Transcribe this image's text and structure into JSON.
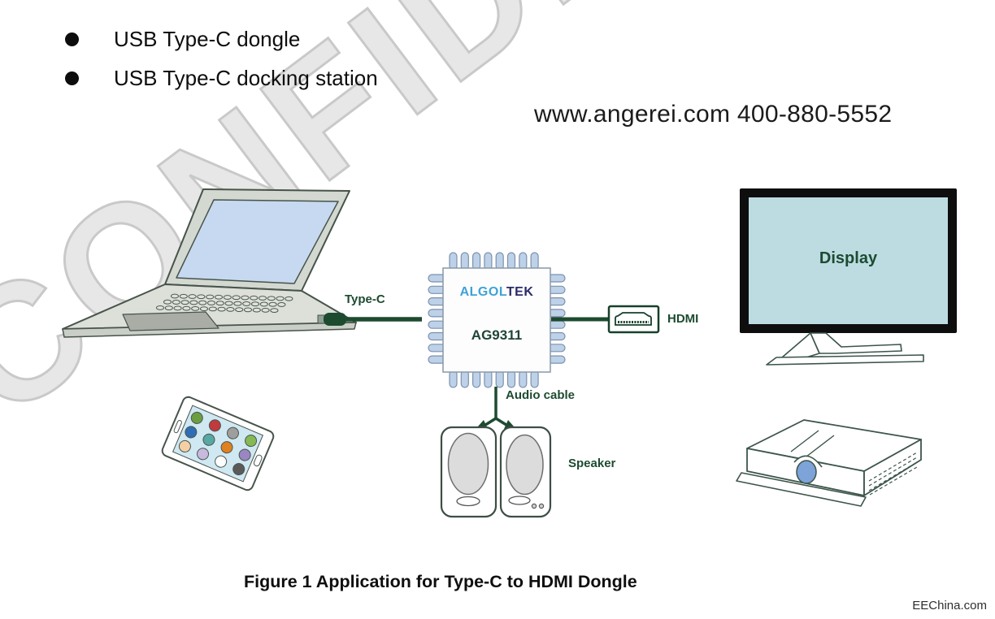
{
  "page": {
    "bullets": [
      "USB Type-C dongle",
      "USB Type-C docking station"
    ],
    "contact": "www.angerei.com 400-880-5552",
    "watermark": "CONFIDEN",
    "caption": "Figure 1 Application for Type-C to HDMI Dongle",
    "credit": "EEChina.com"
  },
  "diagram": {
    "chip": {
      "brand_primary": "ALGOL",
      "brand_secondary": "TEK",
      "part_number": "AG9311"
    },
    "labels": {
      "type_c": "Type-C",
      "hdmi": "HDMI",
      "audio_cable": "Audio cable",
      "speaker": "Speaker",
      "display": "Display"
    },
    "colors": {
      "accent_green": "#1d4b30",
      "brand_blue": "#3ea2d8",
      "brand_navy": "#2b2a6b",
      "chip_pin_fill": "#bdd1e8",
      "laptop_screen_blue": "#c6d9f0",
      "monitor_screen": "#bcdce2",
      "watermark_gray": "#c9c9c9"
    },
    "phone_app_dots": [
      "#6b9e41",
      "#c03a3e",
      "#9e9e9e",
      "#85b954",
      "#2f6db5",
      "#57a8a2",
      "#e0801f",
      "#9a86c2",
      "#f4cfa4",
      "#c7bade",
      "#ffffff",
      "#5a5a5a"
    ]
  }
}
